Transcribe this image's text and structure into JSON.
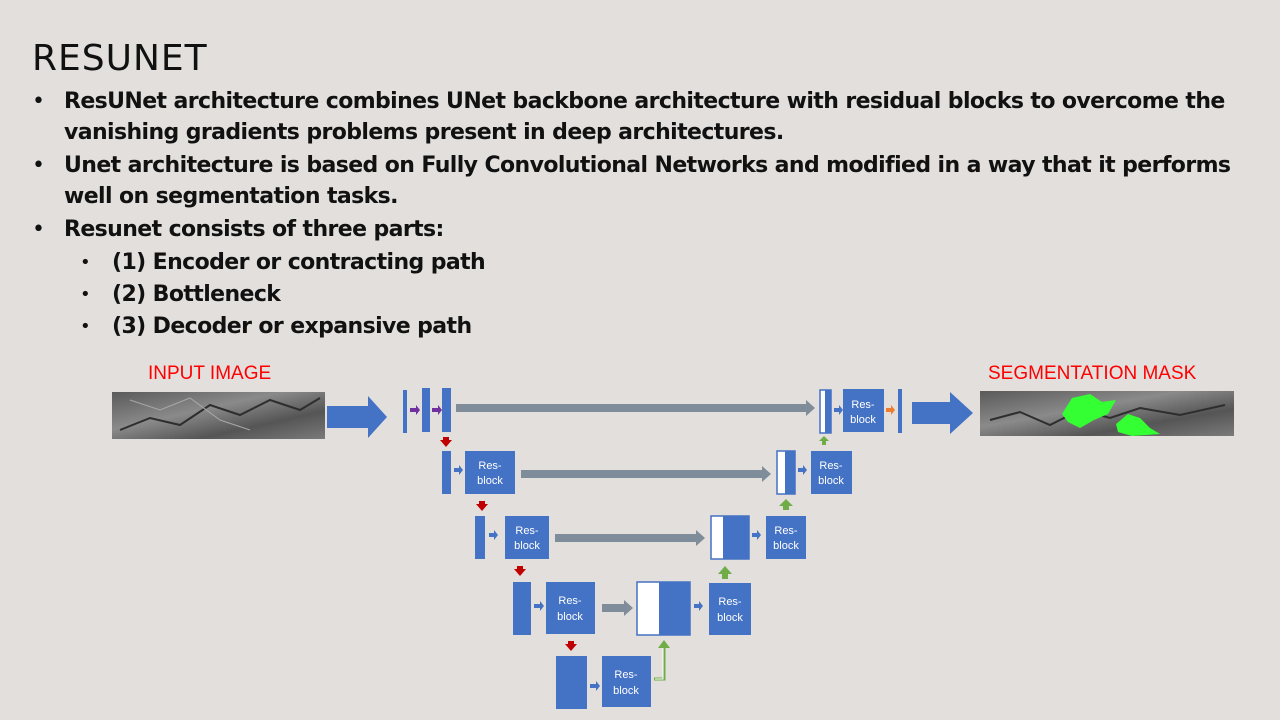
{
  "slide": {
    "title": "RESUNET",
    "bullets": [
      "ResUNet architecture combines UNet backbone architecture with residual blocks to overcome the vanishing gradients problems present in deep architectures.",
      "Unet architecture is based on Fully Convolutional Networks and modified in a way that it performs well on segmentation tasks.",
      "Resunet consists of three parts:"
    ],
    "sub_bullets": [
      "(1) Encoder or contracting path",
      "(2) Bottleneck",
      "(3) Decoder or expansive path"
    ]
  },
  "diagram": {
    "input_label": "INPUT IMAGE",
    "output_label": "SEGMENTATION MASK",
    "resblock_line1": "Res-",
    "resblock_line2": "block",
    "colors": {
      "block": "#4472c4",
      "label": "#ff0000",
      "skip_arrow": "#7f8c99",
      "down_arrow": "#c00000",
      "up_arrow": "#70ad47",
      "purple_arrow": "#7030a0",
      "orange_arrow": "#ed7d31",
      "mask": "#33ff33"
    }
  }
}
